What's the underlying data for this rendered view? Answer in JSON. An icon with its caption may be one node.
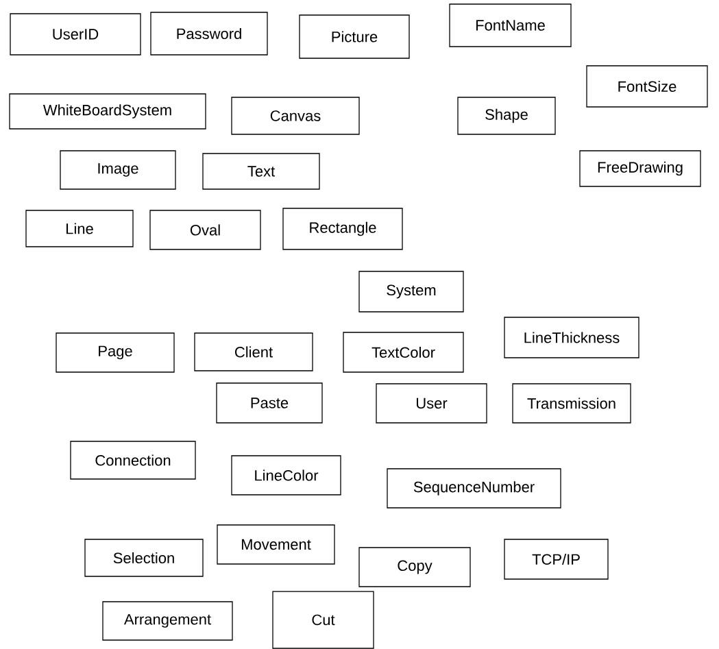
{
  "diagram": {
    "nodes": [
      {
        "text": [
          "UserID"
        ]
      },
      {
        "text": [
          "Password"
        ]
      },
      {
        "text": [
          "Picture"
        ]
      },
      {
        "text": [
          "FontName"
        ]
      },
      {
        "text": [
          "FontSize"
        ]
      },
      {
        "text": [
          "WhiteBoardSystem"
        ]
      },
      {
        "text": [
          "Canvas"
        ]
      },
      {
        "text": [
          "Shape"
        ]
      },
      {
        "text": [
          "Image"
        ]
      },
      {
        "text": [
          "Text"
        ]
      },
      {
        "text": [
          "FreeDrawing"
        ]
      },
      {
        "text": [
          "Line"
        ]
      },
      {
        "text": [
          "Oval"
        ]
      },
      {
        "text": [
          "Rectangle"
        ]
      },
      {
        "text": [
          "System"
        ]
      },
      {
        "text": [
          "Page"
        ]
      },
      {
        "text": [
          "Client"
        ]
      },
      {
        "text": [
          "TextColor"
        ]
      },
      {
        "text": [
          "LineThickness"
        ]
      },
      {
        "text": [
          "Paste"
        ]
      },
      {
        "text": [
          "User"
        ]
      },
      {
        "text": [
          "Transmission"
        ]
      },
      {
        "text": [
          "Connection"
        ]
      },
      {
        "text": [
          "LineColor"
        ]
      },
      {
        "text": [
          "SequenceNumber"
        ]
      },
      {
        "text": [
          "Selection"
        ]
      },
      {
        "text": [
          "Movement"
        ]
      },
      {
        "text": [
          "Copy"
        ]
      },
      {
        "text": [
          "TCP/IP"
        ]
      },
      {
        "text": [
          "Arrangement"
        ]
      },
      {
        "text": [
          "Cut"
        ]
      }
    ]
  }
}
